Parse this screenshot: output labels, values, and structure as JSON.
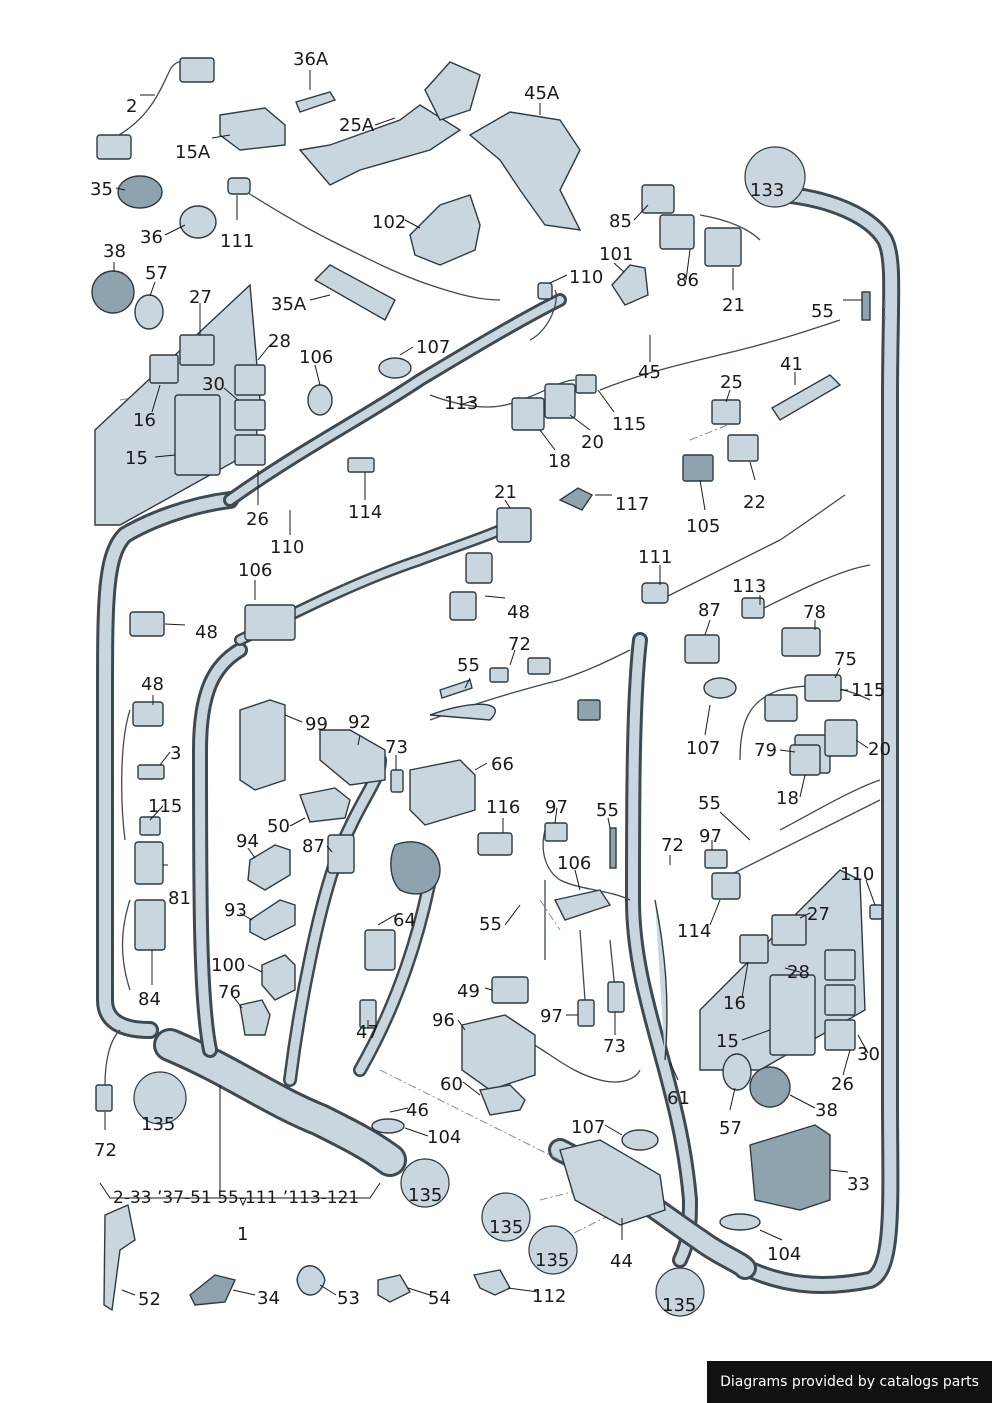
{
  "labels": {
    "l2": "2",
    "l36a": "36A",
    "l25a": "25A",
    "l45a": "45A",
    "l15a": "15A",
    "l35": "35",
    "l36": "36",
    "l111a": "111",
    "l102": "102",
    "l133a": "133",
    "l85": "85",
    "l101": "101",
    "l110a": "110",
    "l86": "86",
    "l21a": "21",
    "l38a": "38",
    "l57a": "57",
    "l27a": "27",
    "l35a": "35A",
    "l55a": "55",
    "l28a": "28",
    "l107a": "107",
    "l106a": "106",
    "l45": "45",
    "l41": "41",
    "l30a": "30",
    "l16a": "16",
    "l113a": "113",
    "l115a": "115",
    "l25": "25",
    "l15b": "15",
    "l20a": "20",
    "l18a": "18",
    "l22": "22",
    "l26a": "26",
    "l114a": "114",
    "l21b": "21",
    "l117": "117",
    "l105": "105",
    "l110b": "110",
    "l111b": "111",
    "l106b": "106",
    "l113b": "113",
    "l48a": "48",
    "l48b": "48",
    "l78": "78",
    "l87a": "87",
    "l72a": "72",
    "l55b": "55",
    "l75": "75",
    "l115b": "115",
    "l48c": "48",
    "l99": "99",
    "l92": "92",
    "l73a": "73",
    "l66": "66",
    "l107b": "107",
    "l79": "79",
    "l20b": "20",
    "l3": "3",
    "l18b": "18",
    "l115c": "115",
    "l116": "116",
    "l97a": "97",
    "l55c": "55",
    "l55d": "55",
    "l50": "50",
    "l94": "94",
    "l87b": "87",
    "l97b": "97",
    "l72b": "72",
    "l81": "81",
    "l106c": "106",
    "l110c": "110",
    "l93": "93",
    "l64": "64",
    "l55e": "55",
    "l27b": "27",
    "l114b": "114",
    "l100": "100",
    "l28b": "28",
    "l84": "84",
    "l49": "49",
    "l76": "76",
    "l97c": "97",
    "l16b": "16",
    "l96": "96",
    "l47": "47",
    "l15c": "15",
    "l73b": "73",
    "l30b": "30",
    "l60": "60",
    "l61": "61",
    "l26b": "26",
    "l135a": "135",
    "l46": "46",
    "l57b": "57",
    "l38b": "38",
    "l72c": "72",
    "l104a": "104",
    "l107c": "107",
    "l33": "33",
    "l135b": "135",
    "l135c": "135",
    "l135d": "135",
    "l104b": "104",
    "l44": "44",
    "l135e": "135",
    "l1": "1",
    "l52": "52",
    "l34": "34",
    "l53": "53",
    "l54": "54",
    "l112": "112"
  },
  "range_label": "2-33  ’37-51  55-111  ’113-121",
  "credit": "Diagrams provided by catalogs parts",
  "colors": {
    "part": "#c9d6dd",
    "outline": "#2f3a42",
    "badge": "#111111"
  }
}
